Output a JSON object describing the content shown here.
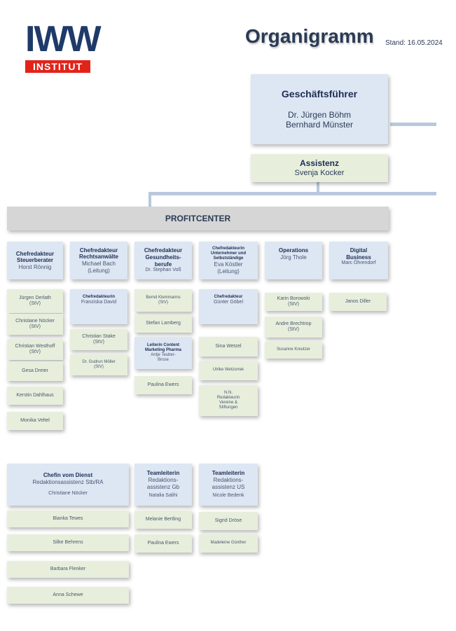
{
  "logo": {
    "top": "IWW",
    "bottom": "INSTITUT"
  },
  "header": {
    "title": "Organigramm",
    "stand": "Stand: 16.05.2024"
  },
  "gf": {
    "title": "Geschäftsführer",
    "names": "Dr. Jürgen Böhm\nBernhard Münster"
  },
  "assistenz": {
    "title": "Assistenz",
    "name": "Svenja Kocker"
  },
  "profitcenter": "PROFITCENTER",
  "columns": [
    {
      "title": "Chefredakteur\nSteuerberater",
      "name": "Horst Rönnig",
      "members": [
        "Jürgen Derlath\n(StV)",
        "Christiane Nöcker\n(StV)",
        "Christian Westhoff\n(StV)",
        "Gesa Dreier",
        "Kerstin Dahlhaus",
        "Monika Veltel"
      ]
    },
    {
      "title": "Chefredakteur\nRechtsanwälte",
      "name": "Michael Bach\n(Leitung)",
      "sub_title": "Chefredakteurin",
      "sub_name": "Franziska David",
      "members": [
        "Christian Stake\n(StV)",
        "Dr. Gudrun Möller\n(StV)"
      ]
    },
    {
      "title": "Chefredakteur\nGesundheits-\nberufe",
      "name": "Dr. Stephan Voß",
      "members": [
        "Bernd Klemmanns\n(StV)",
        "Stefan Lamberg"
      ],
      "content_title": "Leiterin Content\nMarketing Pharma",
      "content_name": "Antje Teuber-\nBrose",
      "member_last": "Paulina Ewers"
    },
    {
      "title": "Chefredakteurin\nUnternehmer und\nSelbstständige",
      "name": "Eva Köstler\n(Leitung)",
      "sub_title": "Chefredakteur",
      "sub_name": "Günter Göbel",
      "members": [
        "Sina Wetzel",
        "Ulrike Wetzorrek",
        "N.N.\nRedakteurin\nVereine &\nStiftungen"
      ]
    },
    {
      "title": "Operations",
      "name": "Jörg Thole",
      "members": [
        "Karin Borowski\n(StV)",
        "Andre Brechtrop\n(StV)",
        "Susanne Kreutzer"
      ]
    },
    {
      "title": "Digital\nBusiness",
      "name": "Marc Öhrendorf",
      "members": [
        "Janos Diller"
      ]
    }
  ],
  "bottom": [
    {
      "title": "Chefin vom Dienst",
      "role": "Redaktionsassistenz Stb/RA",
      "name": "Christiane Nöcker",
      "members": [
        "Bianka Tewes",
        "Silke Behrens",
        "Barbara Flenker",
        "Anna Schewe"
      ]
    },
    {
      "title": "Teamleiterin",
      "role": "Redaktions-\nassistenz Gb",
      "name": "Natalia Salihi",
      "members": [
        "Melanie Bertling",
        "Paulina Ewers"
      ]
    },
    {
      "title": "Teamleiterin",
      "role": "Redaktions-\nassistenz US",
      "name": "Nicole Bedenk",
      "members": [
        "Sigrid Dröse",
        "Madeleine Günther"
      ]
    }
  ],
  "colors": {
    "logo_blue": "#1f3a68",
    "logo_red": "#e2231a",
    "blue_box": "#dde6f3",
    "green_box": "#e7efdc"
  }
}
